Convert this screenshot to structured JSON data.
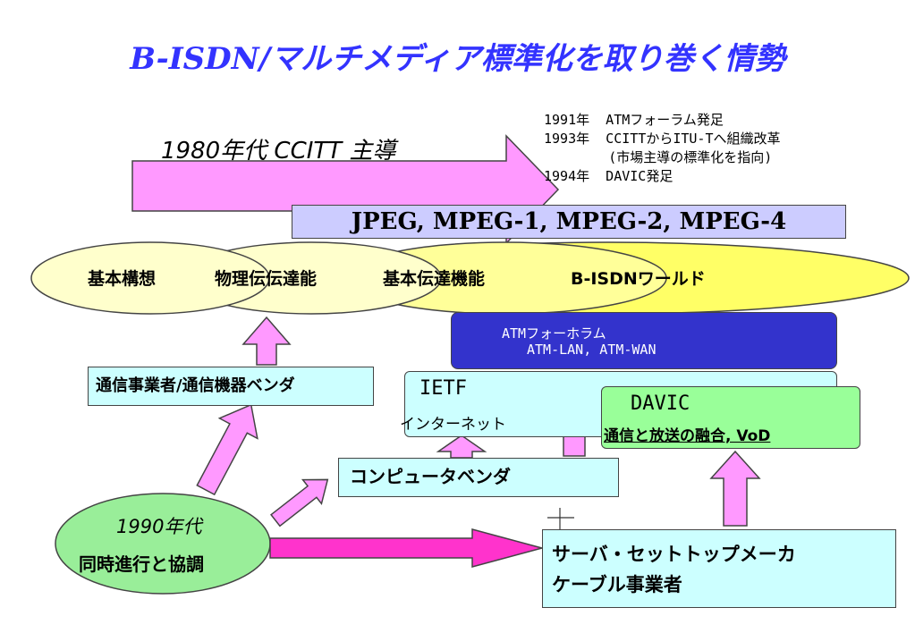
{
  "title": "B-ISDN/マルチメディア標準化を取り巻く情勢",
  "era1980": "1980年代 CCITT 主導",
  "history": [
    "1991年  ATMフォーラム発足",
    "1993年  CCITTからITU-Tへ組織改革",
    "        (市場主導の標準化を指向)",
    "1994年  DAVIC発足"
  ],
  "jpeg_bar": "JPEG, MPEG-1, MPEG-2, MPEG-4",
  "ellipses": [
    "基本構想",
    "物理伝伝達能",
    "基本伝達機能",
    "B-ISDNワールド"
  ],
  "atm": {
    "line1": "ATMフォーホラム",
    "line2": "ATM-LAN, ATM-WAN"
  },
  "ietf": {
    "line1": "IETF",
    "line2": "インターネット"
  },
  "davic": {
    "line1": "DAVIC",
    "line2": "通信と放送の融合, VoD"
  },
  "carrier_box": "通信事業者/通信機器ベンダ",
  "computer_box": "コンピュータベンダ",
  "server_box": {
    "line1": "サーバ・セットトップメーカ",
    "line2": "ケーブル事業者"
  },
  "era1990": {
    "line1": "1990年代",
    "line2": "同時進行と協調"
  },
  "colors": {
    "title": "#3333ff",
    "pink": "#ff99ff",
    "lavender": "#ccccff",
    "yellow": "#ffff66",
    "ellipse_light": "#ffffcc",
    "atm": "#3333cc",
    "cyan": "#ccffff",
    "green": "#99ff99",
    "era1990": "#99ee99",
    "arrow": "#ff33cc"
  }
}
